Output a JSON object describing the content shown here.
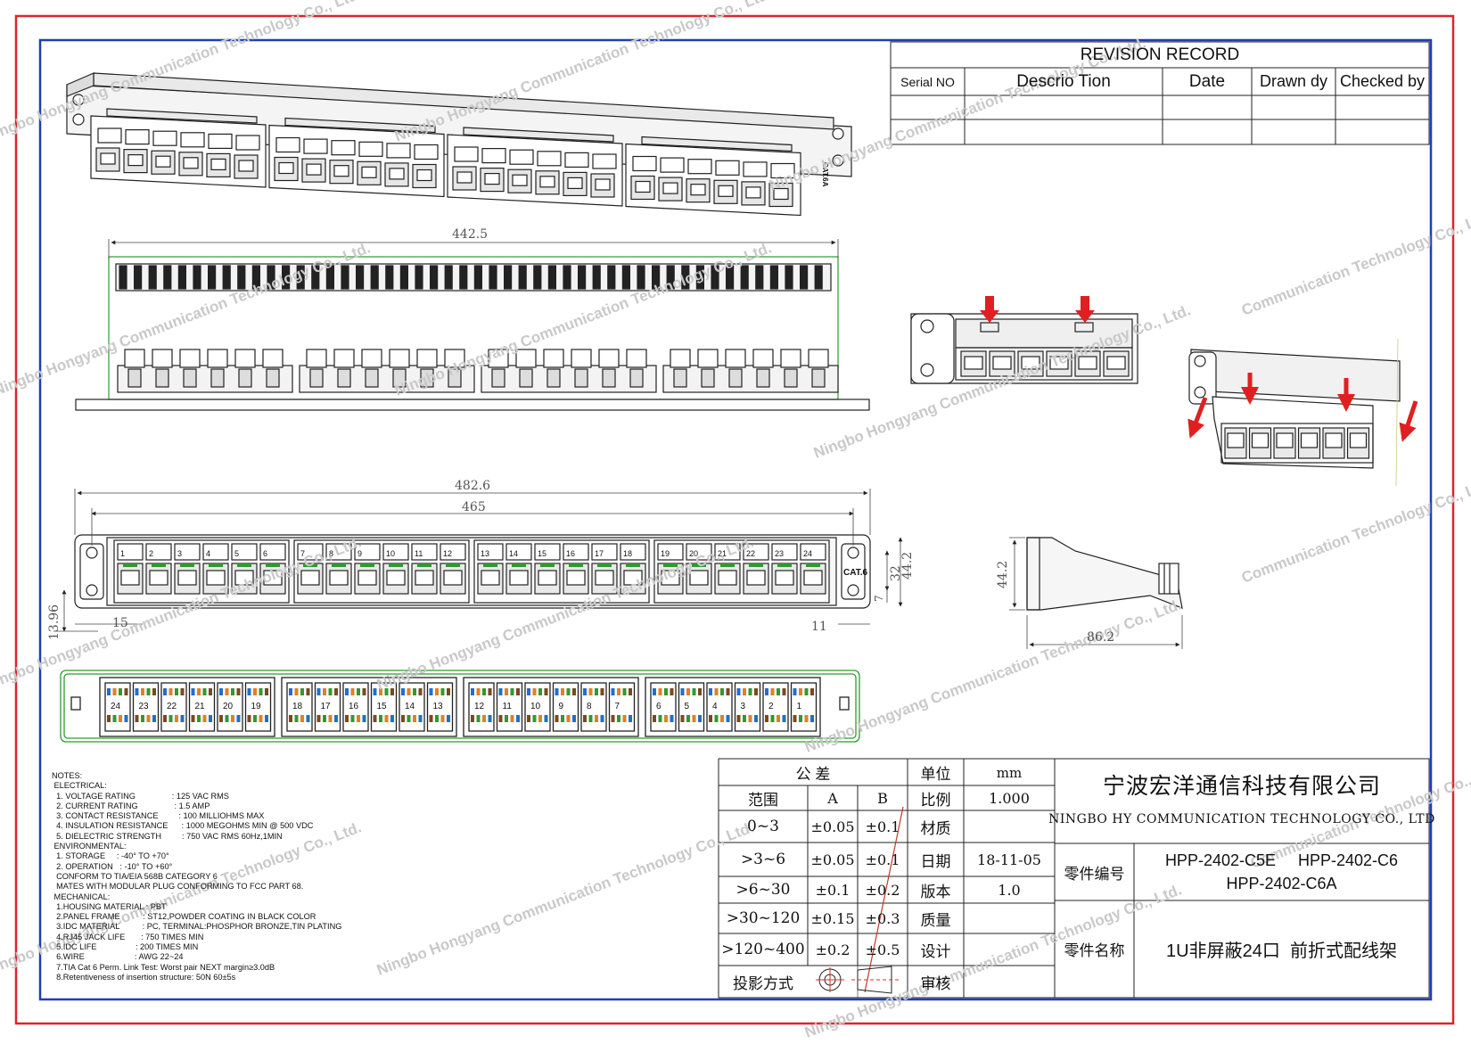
{
  "colors": {
    "outer_frame": "#d9262c",
    "inner_frame": "#1d3fb5",
    "drawing_green": "#2f9a2f",
    "arrow_red": "#e02020",
    "line": "#222222"
  },
  "revision": {
    "title": "REVISION RECORD",
    "headers": [
      "Serial NO",
      "Descrio Tion",
      "Date",
      "Drawn dy",
      "Checked by"
    ]
  },
  "dimensions": {
    "rear_width": "442.5",
    "overall_width": "482.6",
    "mount_width": "465",
    "height": "44.2",
    "jack_height": "32",
    "small_gap": "7",
    "bottom_height": "13.96",
    "left_offset": "15",
    "right_offset": "11",
    "side_height": "44.2",
    "side_depth": "86.2"
  },
  "panel": {
    "badge_top": "CAT.6A",
    "badge_front": "CAT.6",
    "front_ports": [
      "1",
      "2",
      "3",
      "4",
      "5",
      "6",
      "7",
      "8",
      "9",
      "10",
      "11",
      "12",
      "13",
      "14",
      "15",
      "16",
      "17",
      "18",
      "19",
      "20",
      "21",
      "22",
      "23",
      "24"
    ],
    "rear_ports": [
      "24",
      "23",
      "22",
      "21",
      "20",
      "19",
      "18",
      "17",
      "16",
      "15",
      "14",
      "13",
      "12",
      "11",
      "10",
      "9",
      "8",
      "7",
      "6",
      "5",
      "4",
      "3",
      "2",
      "1"
    ]
  },
  "notes": [
    "NOTES:",
    " ELECTRICAL:",
    "  1. VOLTAGE RATING                : 125 VAC RMS",
    "  2. CURRENT RATING                : 1.5 AMP",
    "  3. CONTACT RESISTANCE         : 100 MILLIOHMS MAX",
    "  4. INSULATION RESISTANCE      : 1000 MEGOHMS MIN @ 500 VDC",
    "  5. DIELECTRIC STRENGTH         : 750 VAC RMS 60Hz,1MIN",
    " ENVIRONMENTAL:",
    "  1. STORAGE     : -40° TO +70°",
    "  2. OPERATION   : -10° TO +60°",
    "  CONFORM TO TIA/EIA 568B CATEGORY 6",
    "  MATES WITH MODULAR PLUG CONFORMING TO FCC PART 68.",
    " MECHANICAL:",
    "  1.HOUSING MATERIAL : PBT",
    "  2.PANEL FRAME          : ST12,POWDER COATING IN BLACK COLOR",
    "  3.IDC MATERIAL          : PC, TERMINAL:PHOSPHOR BRONZE,TIN PLATING",
    "  4.RJ45 JACK LIFE       : 750 TIMES MIN",
    "  5.IDC LIFE                 : 200 TIMES MIN",
    "  6.WIRE                      : AWG 22~24",
    "  7.TIA Cat 6 Perm. Link Test: Worst pair NEXT margin≥3.0dB",
    "  8.Retentiveness of insertion structure: 50N 60±5s"
  ],
  "tolerance": {
    "title": "公          差",
    "col_range": "范围",
    "col_a": "A",
    "col_b": "B",
    "rows": [
      {
        "range": "0~3",
        "a": "±0.05",
        "b": "±0.1"
      },
      {
        "range": ">3~6",
        "a": "±0.05",
        "b": "±0.1"
      },
      {
        "range": ">6~30",
        "a": "±0.1",
        "b": "±0.2"
      },
      {
        "range": ">30~120",
        "a": "±0.15",
        "b": "±0.3"
      },
      {
        "range": ">120~400",
        "a": "±0.2",
        "b": "±0.5"
      }
    ],
    "projection": "投影方式"
  },
  "info": {
    "unit_label": "单位",
    "unit": "mm",
    "scale_label": "比例",
    "scale": "1.000",
    "material_label": "材质",
    "material": "",
    "date_label": "日期",
    "date": "18-11-05",
    "version_label": "版本",
    "version": "1.0",
    "quality_label": "质量",
    "quality": "",
    "design_label": "设计",
    "design": "",
    "review_label": "审核",
    "review": ""
  },
  "company": {
    "name_cn": "宁波宏洋通信科技有限公司",
    "name_en": "NINGBO HY COMMUNICATION TECHNOLOGY CO., LTD",
    "part_no_label": "零件编号",
    "part_no_1": "HPP-2402-C5E     HPP-2402-C6",
    "part_no_2": "HPP-2402-C6A",
    "part_name_label": "零件名称",
    "part_name": "1U非屏蔽24口  前折式配线架"
  },
  "watermarks": {
    "text_a": "Ningbo Hongyang Communication Technology Co., Ltd.",
    "text_b": "Communication Technology Co., Ltd."
  }
}
